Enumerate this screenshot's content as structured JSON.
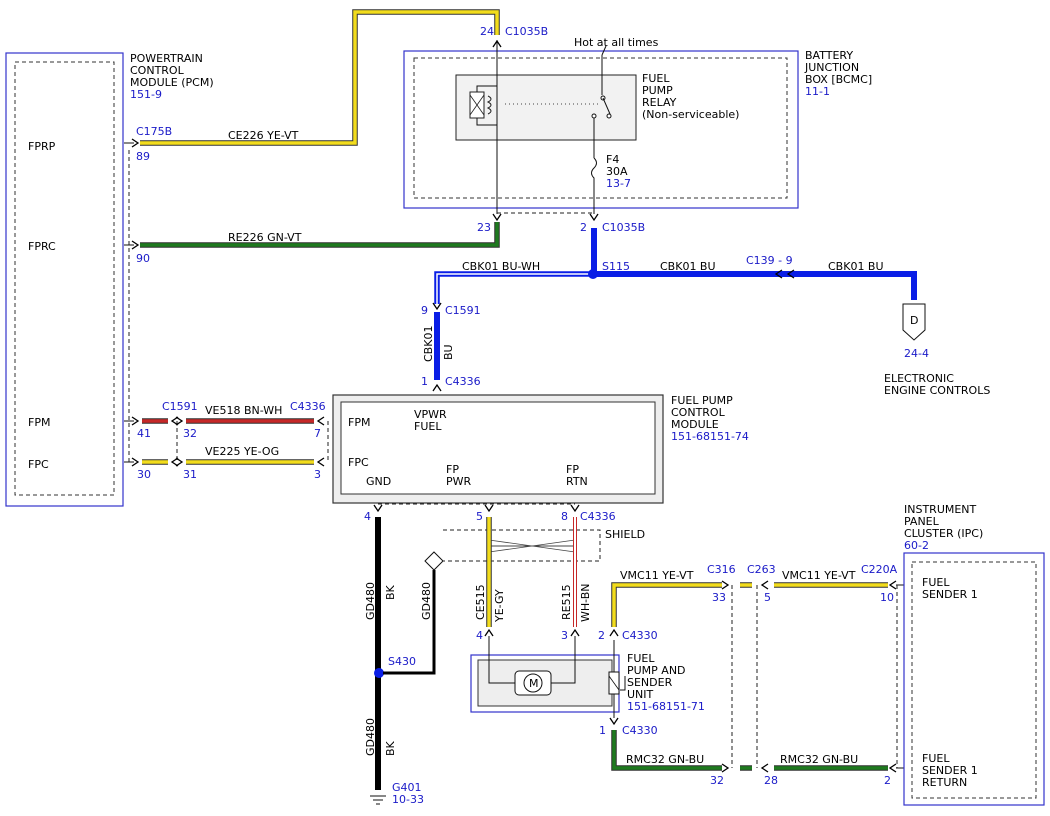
{
  "modules": {
    "pcm": {
      "name_lines": [
        "POWERTRAIN",
        "CONTROL",
        "MODULE (PCM)"
      ],
      "ref": "151-9",
      "pins": {
        "fprp": "FPRP",
        "fprc": "FPRC",
        "fpm": "FPM",
        "fpc": "FPC"
      }
    },
    "bjb": {
      "name_lines": [
        "BATTERY",
        "JUNCTION",
        "BOX [BCMC]"
      ],
      "ref": "11-1",
      "hot_label": "Hot at all times",
      "relay_lines": [
        "FUEL",
        "PUMP",
        "RELAY",
        "(Non-serviceable)"
      ],
      "fuse": {
        "name": "F4",
        "rating": "30A",
        "ref": "13-7"
      }
    },
    "fpcm": {
      "name_lines": [
        "FUEL PUMP",
        "CONTROL",
        "MODULE"
      ],
      "ref": "151-68151-74",
      "pins": {
        "vpwr": "VPWR",
        "fuel": "FUEL",
        "fpm": "FPM",
        "fpc": "FPC",
        "gnd": "GND",
        "fp1": "FP",
        "pwr": "PWR",
        "fp2": "FP",
        "rtn": "RTN"
      }
    },
    "fpsu": {
      "name_lines": [
        "FUEL",
        "PUMP AND",
        "SENDER",
        "UNIT"
      ],
      "ref": "151-68151-71",
      "motor": "M"
    },
    "ipc": {
      "name_lines": [
        "INSTRUMENT",
        "PANEL",
        "CLUSTER (IPC)"
      ],
      "ref": "60-2",
      "sender1": [
        "FUEL",
        "SENDER 1"
      ],
      "sender1_return": [
        "FUEL",
        "SENDER 1",
        "RETURN"
      ]
    },
    "eec": {
      "letter": "D",
      "ref": "24-4",
      "name_lines": [
        "ELECTRONIC",
        "ENGINE CONTROLS"
      ]
    }
  },
  "connectors": {
    "c1035b_top": {
      "pin": "24",
      "name": "C1035B"
    },
    "c175b": {
      "name": "C175B",
      "pin_fprp": "89",
      "pin_fprc": "90"
    },
    "c1035b_bottom": {
      "pin_left": "23",
      "pin_right": "2",
      "name": "C1035B"
    },
    "s115": "S115",
    "c139": "C139 -  9",
    "c1591_top": {
      "pin": "9",
      "name": "C1591"
    },
    "c4336_top": {
      "pin": "1",
      "name": "C4336"
    },
    "c1591_left": {
      "name": "C1591",
      "pcm_fpm": "41",
      "pcm_fpc": "30",
      "fpm": "32",
      "fpc": "31"
    },
    "c4336_left": {
      "name": "C4336",
      "fpm": "7",
      "fpc": "3"
    },
    "c4336_bottom": {
      "gnd": "4",
      "pwr": "5",
      "rtn": "8",
      "name": "C4336"
    },
    "shield": "SHIELD",
    "c4330_top": {
      "pwr": "4",
      "rtn": "3",
      "sender": "2",
      "name": "C4330"
    },
    "c4330_bottom": {
      "pin": "1",
      "name": "C4330"
    },
    "c316": {
      "name": "C316",
      "pin_top": "33",
      "pin_bottom": "32"
    },
    "c263": {
      "name": "C263",
      "pin_top": "5",
      "pin_bottom": "28"
    },
    "c220a": {
      "name": "C220A",
      "pin_top": "10",
      "pin_bottom": "2"
    },
    "s430": "S430",
    "g401": {
      "name": "G401",
      "ref": "10-33"
    }
  },
  "wires": {
    "ce226": "CE226  YE-VT",
    "re226": "RE226  GN-VT",
    "cbk01_buwh": "CBK01   BU-WH",
    "cbk01_bu1": "CBK01    BU",
    "cbk01_bu2": "CBK01    BU",
    "cbk01_vertical": "CBK01",
    "bu_vertical": "BU",
    "ve518": "VE518  BN-WH",
    "ve225": "VE225  YE-OG",
    "gd480_a": "GD480",
    "bk_a": "BK",
    "gd480_shield": "GD480",
    "gd480_b": "GD480",
    "bk_b": "BK",
    "ce515": "CE515",
    "yegy": "YE-GY",
    "re515": "RE515",
    "whbn": "WH-BN",
    "vmc11_a": "VMC11   YE-VT",
    "vmc11_b": "VMC11   YE-VT",
    "rmc32_a": "RMC32   GN-BU",
    "rmc32_b": "RMC32   GN-BU"
  },
  "colors": {
    "yellow": "#f2dc1c",
    "green": "#1e7a1e",
    "blue": "#0a1ee6",
    "red": "#c62828",
    "black": "#000000",
    "label_blue": "#1a1ac8"
  }
}
